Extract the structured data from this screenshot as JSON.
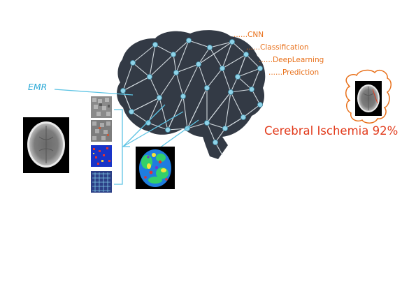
{
  "brain_network": {
    "keywords": [
      "......CNN",
      "......Classification",
      "......DeepLearning",
      "......Prediction"
    ]
  },
  "inputs": {
    "emr_label": "EMR"
  },
  "output": {
    "result_text": "Cerebral Ischemia 92%"
  },
  "colors": {
    "brain_fill": "#333a45",
    "node": "#8fd3e8",
    "link": "#5ec4e4",
    "keyword": "#e8701a",
    "result": "#e23b1c",
    "outline": "#e8701a"
  },
  "icons": [
    "brain-network-icon",
    "ct-scan-icon",
    "feature-map-icon",
    "heatmap-icon",
    "ischemia-outline-icon"
  ]
}
